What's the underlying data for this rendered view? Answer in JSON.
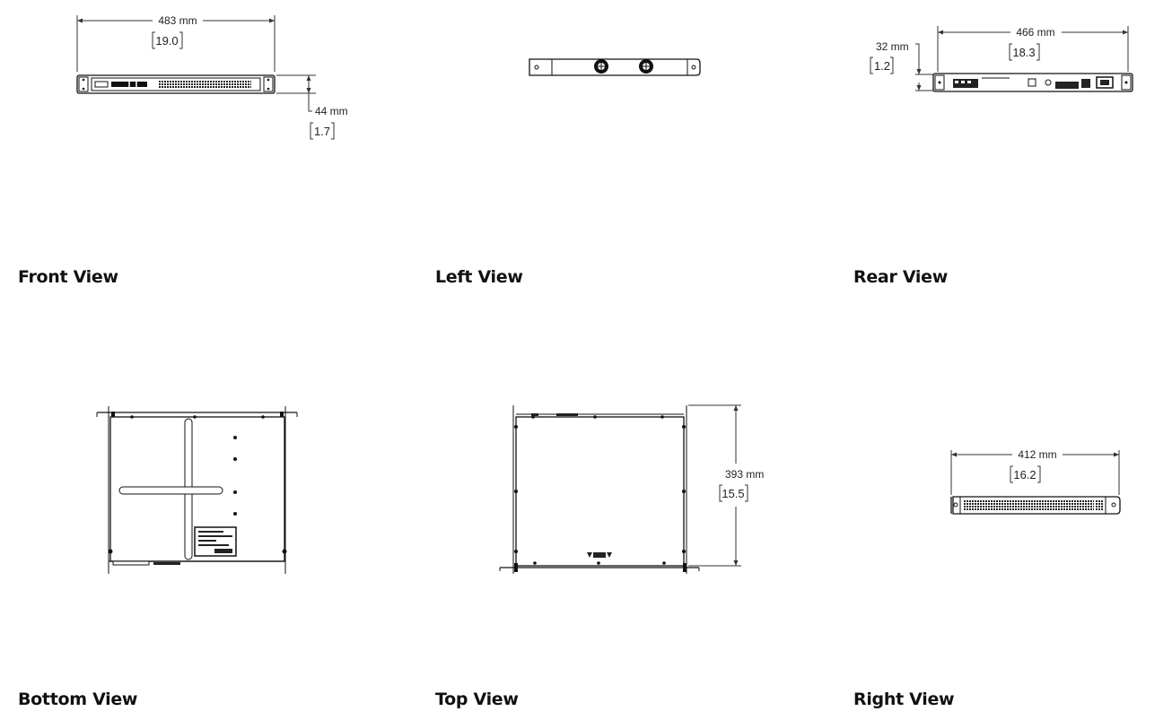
{
  "views": {
    "front": {
      "label": "Front View"
    },
    "left": {
      "label": "Left View"
    },
    "rear": {
      "label": "Rear View"
    },
    "bottom": {
      "label": "Bottom View"
    },
    "top": {
      "label": "Top View"
    },
    "right": {
      "label": "Right View"
    }
  },
  "dimensions": {
    "front_width": {
      "mm": "483 mm",
      "in": "19.0"
    },
    "front_height": {
      "mm": "44 mm",
      "in": "1.7"
    },
    "rear_width": {
      "mm": "466 mm",
      "in": "18.3"
    },
    "rear_height": {
      "mm": "32 mm",
      "in": "1.2"
    },
    "top_depth": {
      "mm": "393 mm",
      "in": "15.5"
    },
    "right_width": {
      "mm": "412 mm",
      "in": "16.2"
    }
  }
}
